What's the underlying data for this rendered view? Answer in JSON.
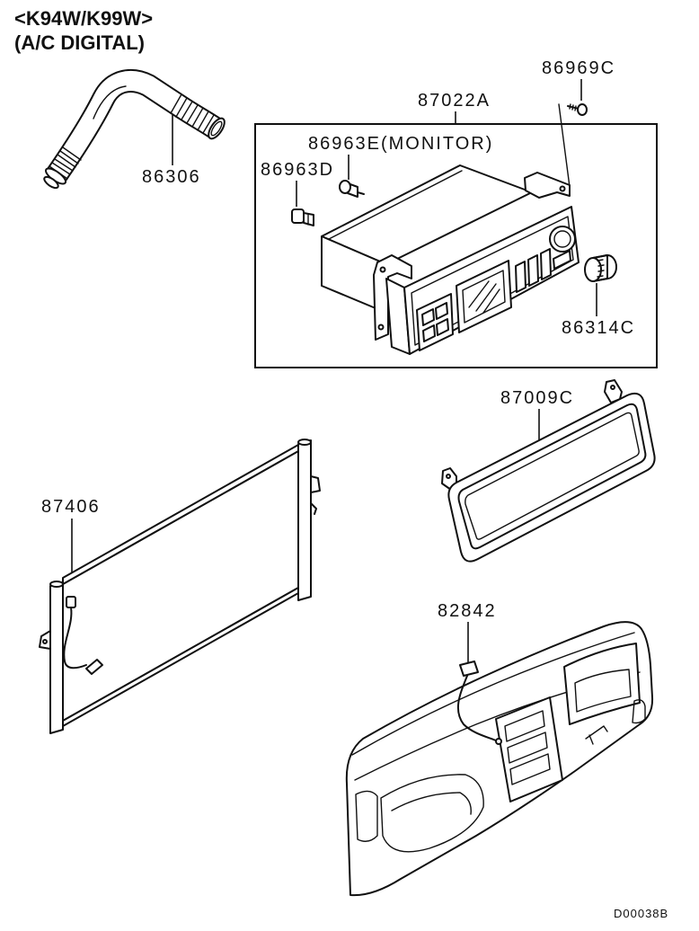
{
  "header": {
    "model_line": "<K94W/K99W>",
    "spec_line": "(A/C DIGITAL)"
  },
  "callouts": [
    "86306",
    "86969C",
    "87022A",
    "86963E(MONITOR)",
    "86963D",
    "86314C",
    "87009C",
    "87406",
    "82842"
  ],
  "diagram_code": "D00038B",
  "colors": {
    "line": "#111111",
    "background": "#ffffff"
  }
}
